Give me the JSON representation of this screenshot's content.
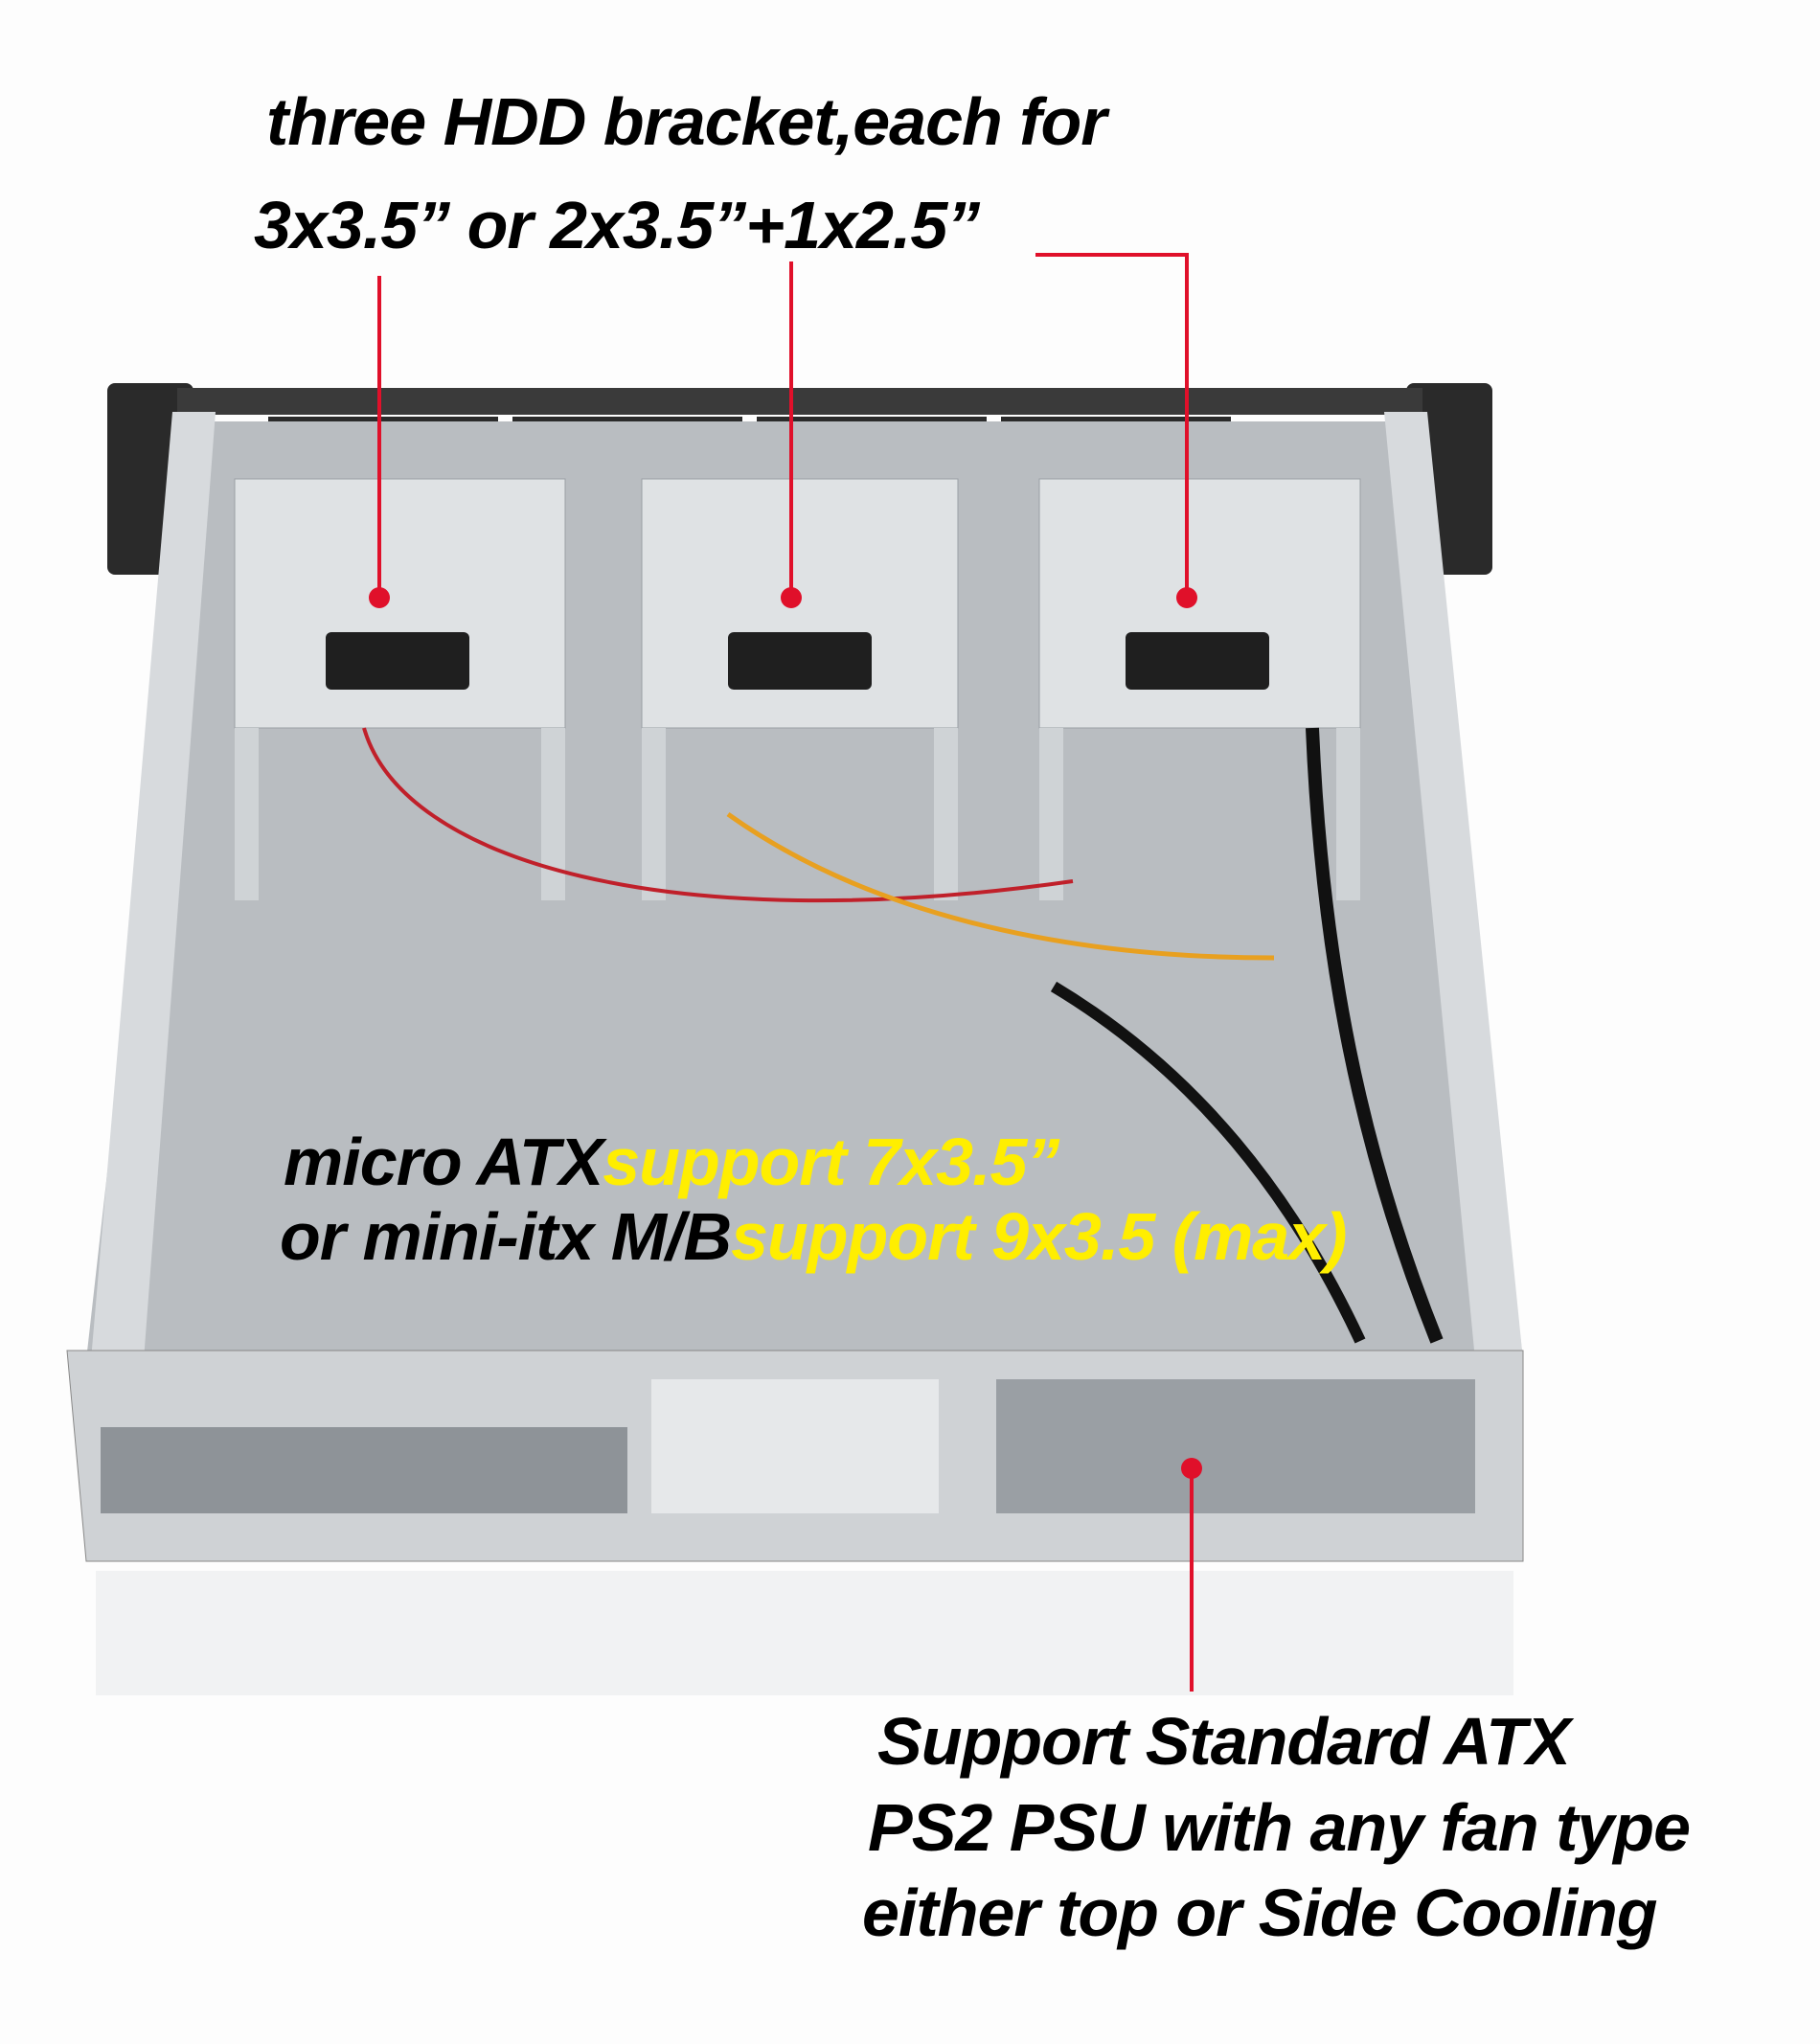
{
  "callouts": {
    "hdd_line1": "three HDD bracket,each for",
    "hdd_line2": "3x3.5” or 2x3.5”+1x2.5”",
    "mb_line1_black": "micro ATX",
    "mb_line1_yellow": "support 7x3.5”",
    "mb_line2_black": "or mini-itx M/B",
    "mb_line2_yellow": "support 9x3.5 (max)",
    "psu_line1": "Support Standard ATX",
    "psu_line2": "PS2 PSU with any fan type",
    "psu_line3": "either top or Side Cooling"
  },
  "colors": {
    "leader": "#e0102a",
    "highlight": "#ffee00",
    "text": "#000000"
  }
}
